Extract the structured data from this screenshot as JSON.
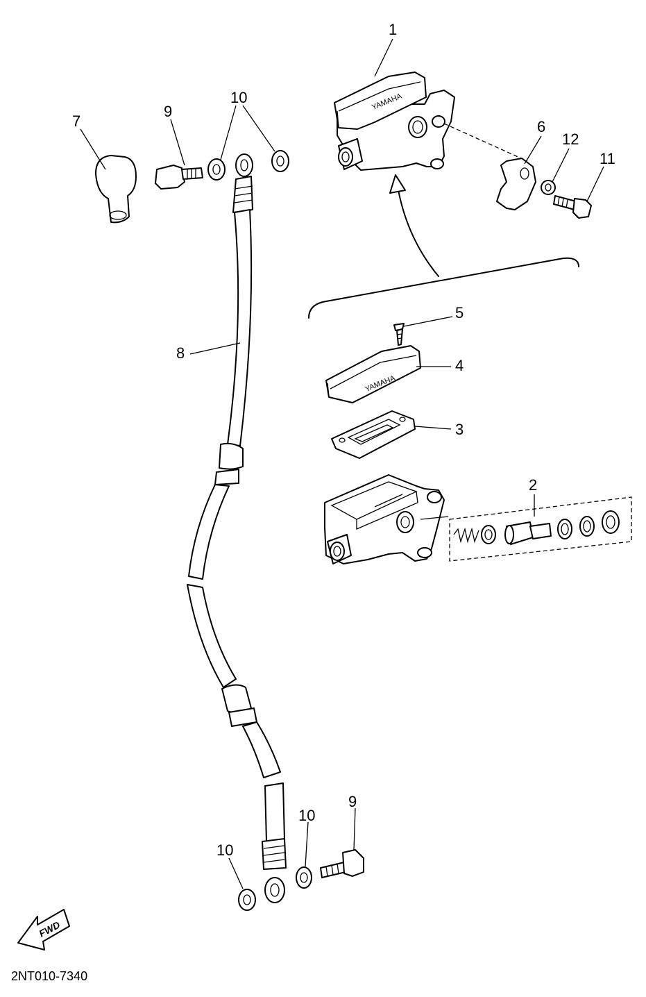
{
  "diagram": {
    "callouts": {
      "c1": "1",
      "c2": "2",
      "c3": "3",
      "c4": "4",
      "c5": "5",
      "c6": "6",
      "c7": "7",
      "c8": "8",
      "c9_top": "9",
      "c9_bottom": "9",
      "c10_top": "10",
      "c10_bottom_left": "10",
      "c10_bottom_mid": "10",
      "c11": "11",
      "c12": "12"
    },
    "reservoir_lettering": "YAMAHA",
    "fwd_label": "FWD",
    "part_code": "2NT010-7340"
  }
}
